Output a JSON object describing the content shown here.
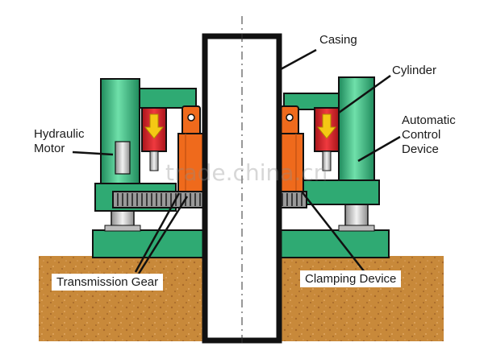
{
  "labels": {
    "casing": "Casing",
    "cylinder": "Cylinder",
    "hydraulic_motor_line1": "Hydraulic",
    "hydraulic_motor_line2": "Motor",
    "auto_control_line1": "Automatic",
    "auto_control_line2": "Control",
    "auto_control_line3": "Device",
    "transmission_gear": "Transmission Gear",
    "clamping_device": "Clamping Device"
  },
  "watermark": "trade.china.cn",
  "colors": {
    "soil": "#c8893a",
    "green": "#2faa73",
    "green_light": "#5fd39c",
    "orange": "#ef6a1c",
    "red": "#d8242a",
    "yellow_arrow": "#f5c814",
    "steel": "#c9c9c9",
    "casing": "#ffffff",
    "outline": "#111111"
  }
}
